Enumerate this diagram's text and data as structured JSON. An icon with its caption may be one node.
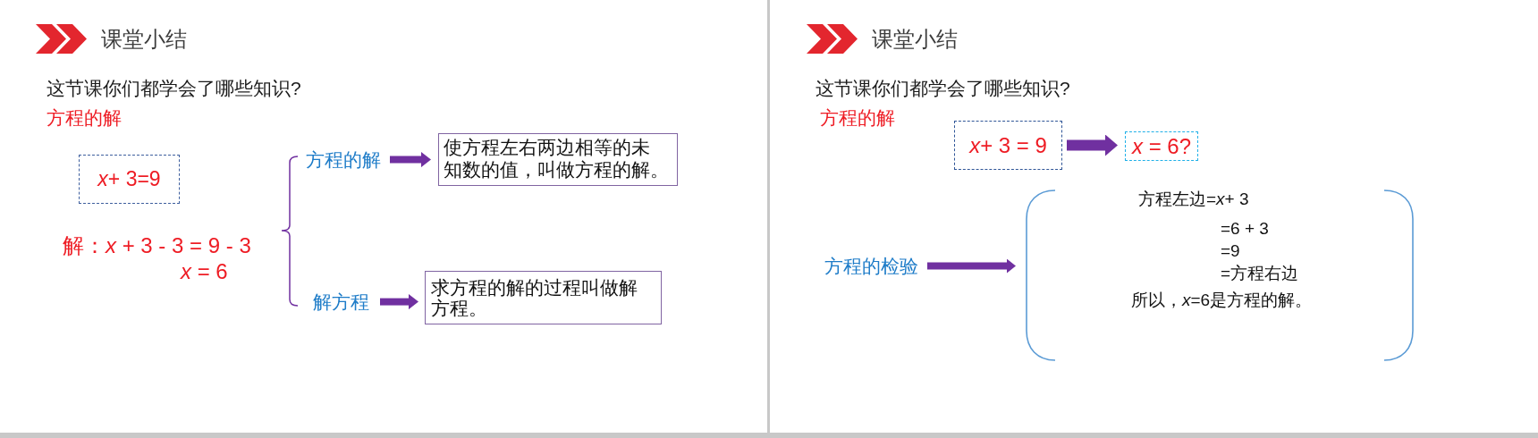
{
  "diagram": {
    "nodes": [
      {
        "text": [
          "*x*+ 3=9"
        ]
      },
      {
        "text": [
          "方程的解"
        ]
      },
      {
        "text": [
          "使方程左右两边相等的未知数的值，叫做方程的解。"
        ]
      },
      {
        "text": [
          "解方程"
        ]
      },
      {
        "text": [
          "求方程的解的过程叫做解方程。"
        ]
      },
      {
        "text": [
          "*x*+ 3 = 9"
        ]
      },
      {
        "text": [
          "*x* = 6?"
        ]
      },
      {
        "text": [
          "方程的检验"
        ]
      },
      {
        "text": [
          "方程左边=*x*+ 3",
          "=6 + 3",
          "=9",
          "=方程右边",
          "所以，*x*=6是方程的解。"
        ]
      }
    ],
    "edges": [
      {
        "from": 1,
        "to": 2,
        "arrow": "to"
      },
      {
        "from": 3,
        "to": 4,
        "arrow": "to"
      },
      {
        "from": 5,
        "to": 6,
        "arrow": "to"
      },
      {
        "from": 7,
        "to": 8,
        "arrow": "to"
      }
    ],
    "labels": [
      "课堂小结",
      "这节课你们都学会了哪些知识?",
      "方程的解",
      "解：*x* + 3 - 3 = 9 - 3",
      "*x* = 6",
      "课堂小结",
      "这节课你们都学会了哪些知识?",
      "方程的解"
    ]
  }
}
